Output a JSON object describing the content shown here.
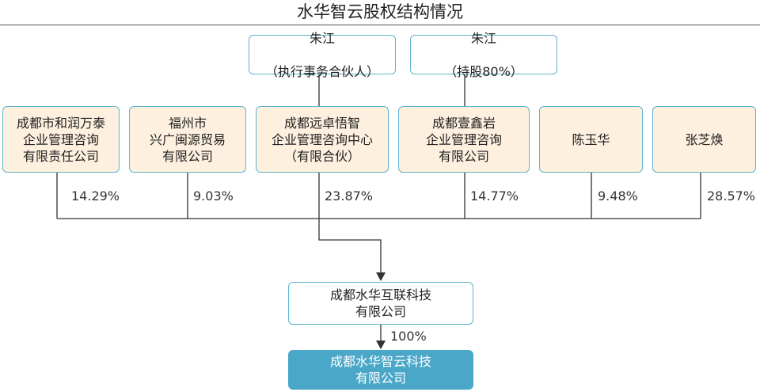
{
  "title": "水华智云股权结构情况",
  "top_partners": [
    {
      "name": "朱江",
      "role": "（执行事务合伙人）"
    },
    {
      "name": "朱江",
      "role": "（持股80%）"
    }
  ],
  "shareholders": [
    {
      "name": "成都市和润万泰\n企业管理咨询\n有限责任公司",
      "share": "14.29%"
    },
    {
      "name": "福州市\n兴广闽源贸易\n有限公司",
      "share": "9.03%"
    },
    {
      "name": "成都远卓悟智\n企业管理咨询中心\n（有限合伙）",
      "share": "23.87%"
    },
    {
      "name": "成都壹鑫岩\n企业管理咨询\n有限公司",
      "share": "14.77%"
    },
    {
      "name": "陈玉华",
      "share": "9.48%"
    },
    {
      "name": "张芝焕",
      "share": "28.57%"
    }
  ],
  "parent_company": {
    "name": "成都水华互联科技\n有限公司"
  },
  "subsidiary_share": "100%",
  "target_company": {
    "name": "成都水华智云科技\n有限公司"
  },
  "colors": {
    "border": "#5fb4cf",
    "cream": "#fdf0de",
    "target": "#4ba7c7",
    "line": "#333333"
  }
}
